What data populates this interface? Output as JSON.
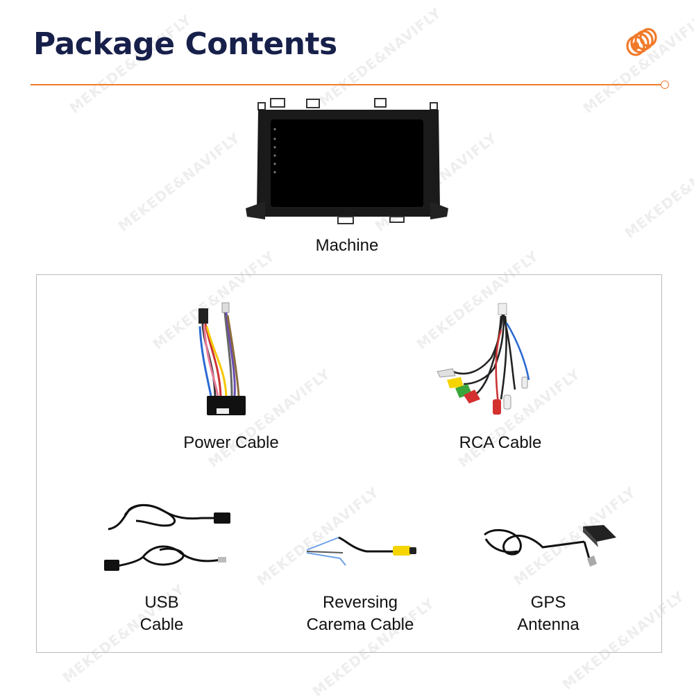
{
  "header": {
    "title": "Package Contents",
    "accent_color": "#f07a2a",
    "title_color": "#17204a"
  },
  "brand": {
    "logo_icon": "orange-coil-logo"
  },
  "watermark": {
    "text": "MEKEDE&NAVIFLY"
  },
  "machine": {
    "label": "Machine",
    "icon": "car-radio-screen"
  },
  "accessories": {
    "power_cable": {
      "label": "Power Cable",
      "icon": "wiring-harness"
    },
    "rca_cable": {
      "label": "RCA Cable",
      "icon": "rca-harness"
    },
    "usb_cable": {
      "label_line1": "USB",
      "label_line2": "Cable",
      "icon": "usb-cables"
    },
    "reversing_cable": {
      "label_line1": "Reversing",
      "label_line2": "Carema Cable",
      "icon": "camera-cable"
    },
    "gps_antenna": {
      "label_line1": "GPS",
      "label_line2": "Antenna",
      "icon": "gps-antenna"
    }
  }
}
